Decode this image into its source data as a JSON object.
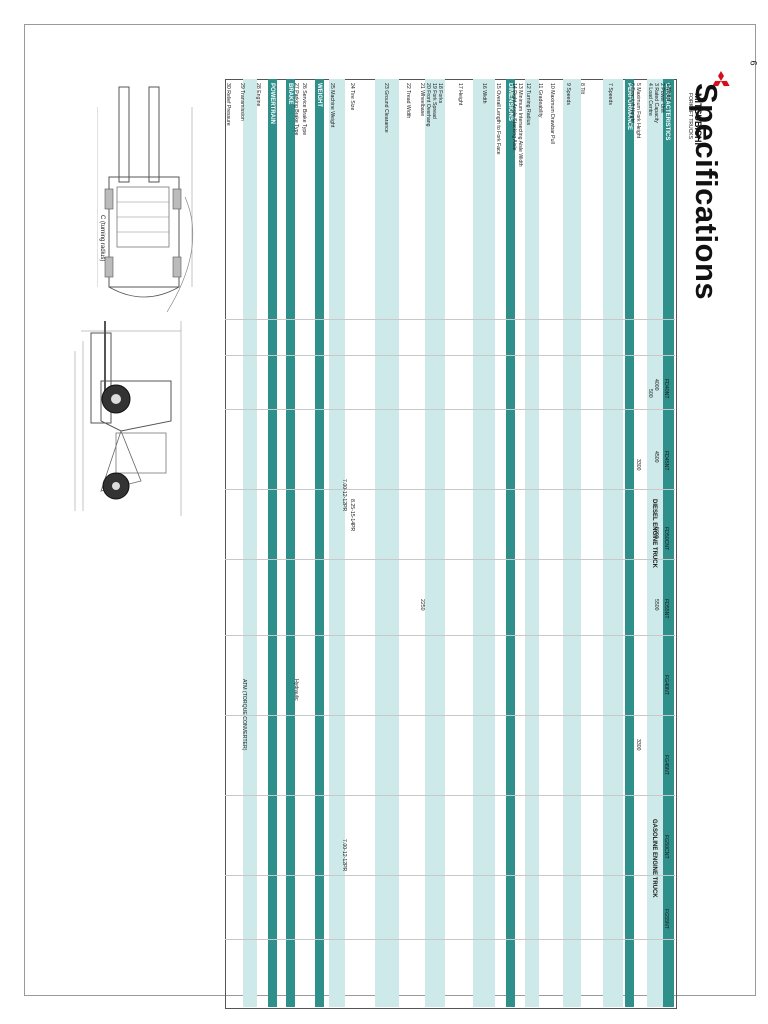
{
  "header": {
    "title": "Specifications",
    "brand_line1": "MITSUBISHI",
    "brand_line2": "FORKLIFT TRUCKS",
    "page_number": "6"
  },
  "sections": {
    "characteristics": "CHARACTERISTICS",
    "performance": "PERFORMANCE",
    "dimensions": "DIMENSIONS",
    "weight": "WEIGHT",
    "brake": "BRAKE",
    "powertrain": "POWERTRAIN"
  },
  "row_labels": [
    "1 Model",
    "2 Power Unit",
    "3 Rated Capacity",
    "4 Load Centre",
    "5 Maximum Fork Height",
    "6 Free Lift Height",
    "7 Speeds",
    "8 Tilt",
    "9 Speeds",
    "10 Maximum Drawbar Pull",
    "11 Gradeability",
    "12 Turning Radius",
    "13 Minimum Intersecting Aisle Width",
    "14 Right Angle Stacking Aisle",
    "15 Overall Length to Fork Face",
    "16 Width",
    "17 Height",
    "18 Forks",
    "19 Fork Spread",
    "20 Front Overhang",
    "21 Wheelbase",
    "22 Tread Width",
    "23 Ground Clearance",
    "24 Tire Size",
    "25 Machine Weight",
    "26 Service Brake Type",
    "27 Parking Brake Type",
    "28 Engine",
    "29 Transmission",
    "30 Relief Pressure"
  ],
  "group_headers": {
    "diesel": "DIESEL ENGINE TRUCK",
    "gasoline": "GASOLINE ENGINE TRUCK"
  },
  "models": [
    "FD40NT",
    "FD45NT",
    "FD50CNT",
    "FD55NT",
    "FG40NT",
    "FG45NT",
    "FG50CNT",
    "FG55NT"
  ],
  "sample_values": {
    "capacity": [
      "4000",
      "4500",
      "5000",
      "5500"
    ],
    "load_centre": "500",
    "max_fork_height": "3300",
    "tire": "8.25-15-14PR",
    "drive_tire": "7.00-12-12PR",
    "transmission": "ATM (TORQUE CONVERTER)",
    "hydraulic": "Hydraulic",
    "wheel_base": "2250"
  },
  "diagram_labels": {
    "turning_radius": "C (turning radius)"
  }
}
